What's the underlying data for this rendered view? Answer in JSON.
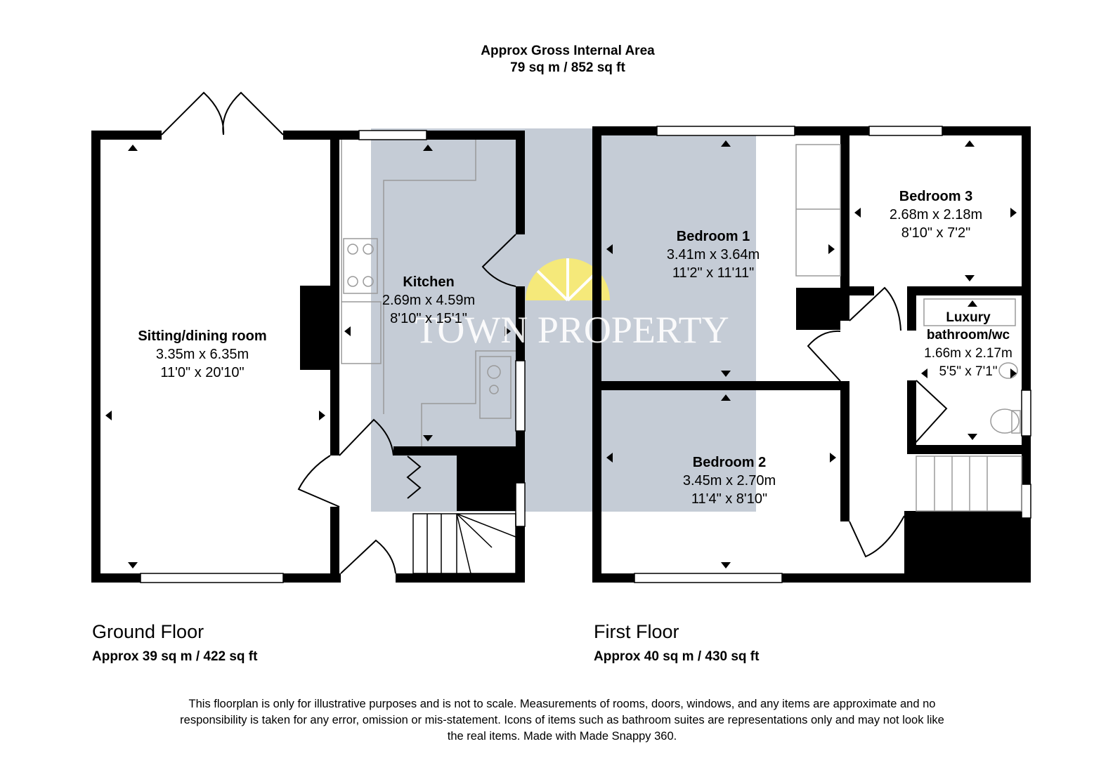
{
  "header": {
    "title": "Approx Gross Internal Area",
    "area": "79 sq m / 852 sq ft"
  },
  "watermark": {
    "text": "TOWN PROPERTY",
    "color_sun": "#f5e97a",
    "color_band": "#c5ccd6"
  },
  "colors": {
    "wall": "#000000",
    "fixture": "#9a9a9a"
  },
  "ground_floor": {
    "title": "Ground Floor",
    "area": "Approx 39 sq m / 422 sq ft",
    "rooms": [
      {
        "name": "Sitting/dining room",
        "metric": "3.35m x 6.35m",
        "imperial": "11'0\" x 20'10\""
      },
      {
        "name": "Kitchen",
        "metric": "2.69m x 4.59m",
        "imperial": "8'10\" x 15'1\""
      }
    ]
  },
  "first_floor": {
    "title": "First Floor",
    "area": "Approx 40 sq m / 430 sq ft",
    "rooms": [
      {
        "name": "Bedroom 1",
        "metric": "3.41m x 3.64m",
        "imperial": "11'2\" x 11'11\""
      },
      {
        "name": "Bedroom 2",
        "metric": "3.45m x 2.70m",
        "imperial": "11'4\" x 8'10\""
      },
      {
        "name": "Bedroom 3",
        "metric": "2.68m x 2.18m",
        "imperial": "8'10\" x 7'2\""
      },
      {
        "name": "Luxury",
        "name2": "bathroom/wc",
        "metric": "1.66m x 2.17m",
        "imperial": "5'5\" x 7'1\""
      }
    ]
  },
  "disclaimer": "This floorplan is only for illustrative purposes and is not to scale. Measurements of rooms, doors, windows, and any items are approximate and no responsibility is taken for any error, omission or mis-statement. Icons of items such as bathroom suites are representations only and may not look like the real items. Made with Made Snappy 360."
}
